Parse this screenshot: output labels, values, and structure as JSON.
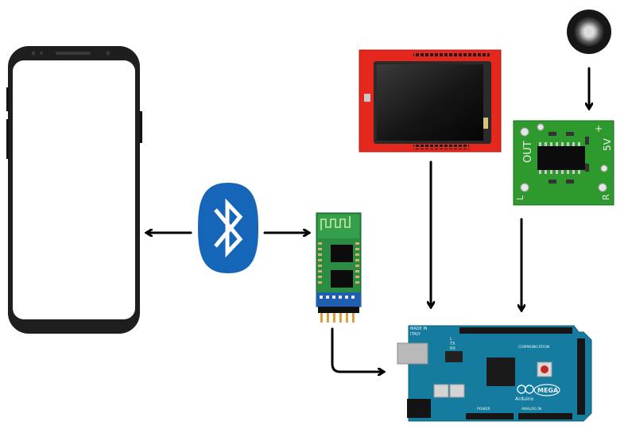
{
  "arduino": {
    "made_in": "MADE IN",
    "country": "ITALY",
    "brand": "Arduino",
    "model": "MEGA",
    "labels": {
      "tx": "TX",
      "rx": "RX",
      "l": "L",
      "communication": "COMMUNICATION",
      "power": "POWER",
      "analog_in": "ANALOG IN"
    }
  },
  "amplifier": {
    "out_label": "OUT",
    "r_label": "R",
    "l_label": "L",
    "v5_label": "5V",
    "plus": "+",
    "minus": "−"
  },
  "colors": {
    "arrow": "#000000",
    "bluetooth": "#1565b8",
    "tft_pcb": "#e4281e",
    "hc05_pcb": "#1f8a3a",
    "amp_pcb": "#2e9a2e",
    "arduino_pcb": "#157ca0",
    "phone_body": "#222222"
  }
}
